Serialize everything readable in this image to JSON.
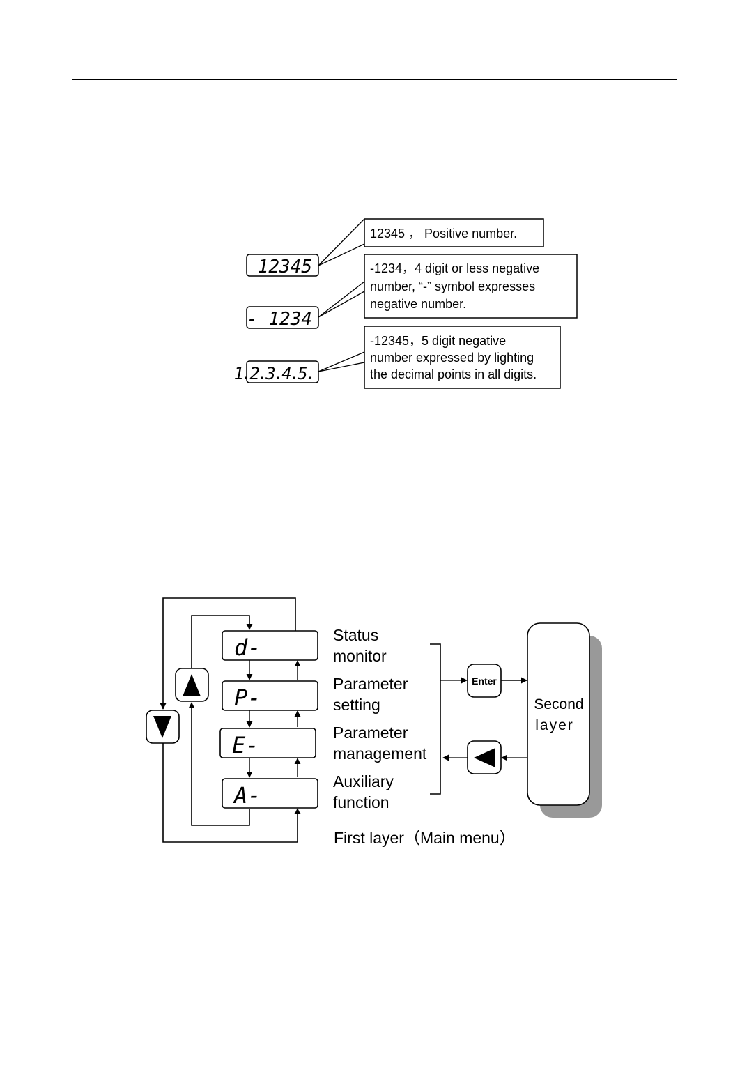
{
  "header": {
    "rule": "page-header-divider"
  },
  "number_display": {
    "examples": [
      {
        "display": "12345",
        "callout": [
          "12345 ， Positive number."
        ]
      },
      {
        "display": "- 1234",
        "callout": [
          "-1234，4 digit or less negative",
          "number, “-” symbol expresses",
          "negative number."
        ]
      },
      {
        "display": "1.2.3.4.5.",
        "callout": [
          "-12345，5 digit  negative",
          "number expressed by lighting",
          "the decimal points in all digits."
        ]
      }
    ]
  },
  "menu_diagram": {
    "displays": [
      "d-",
      "P-",
      "E-",
      "A-"
    ],
    "labels": [
      [
        "Status",
        "monitor"
      ],
      [
        "Parameter",
        "setting"
      ],
      [
        "Parameter",
        "management"
      ],
      [
        "Auxiliary",
        "function"
      ]
    ],
    "buttons": {
      "up": "up-arrow-button",
      "down": "down-arrow-button",
      "enter": "Enter",
      "back": "left-arrow-button"
    },
    "second_layer": [
      "Second",
      "layer"
    ],
    "caption": "First layer（Main menu）"
  }
}
